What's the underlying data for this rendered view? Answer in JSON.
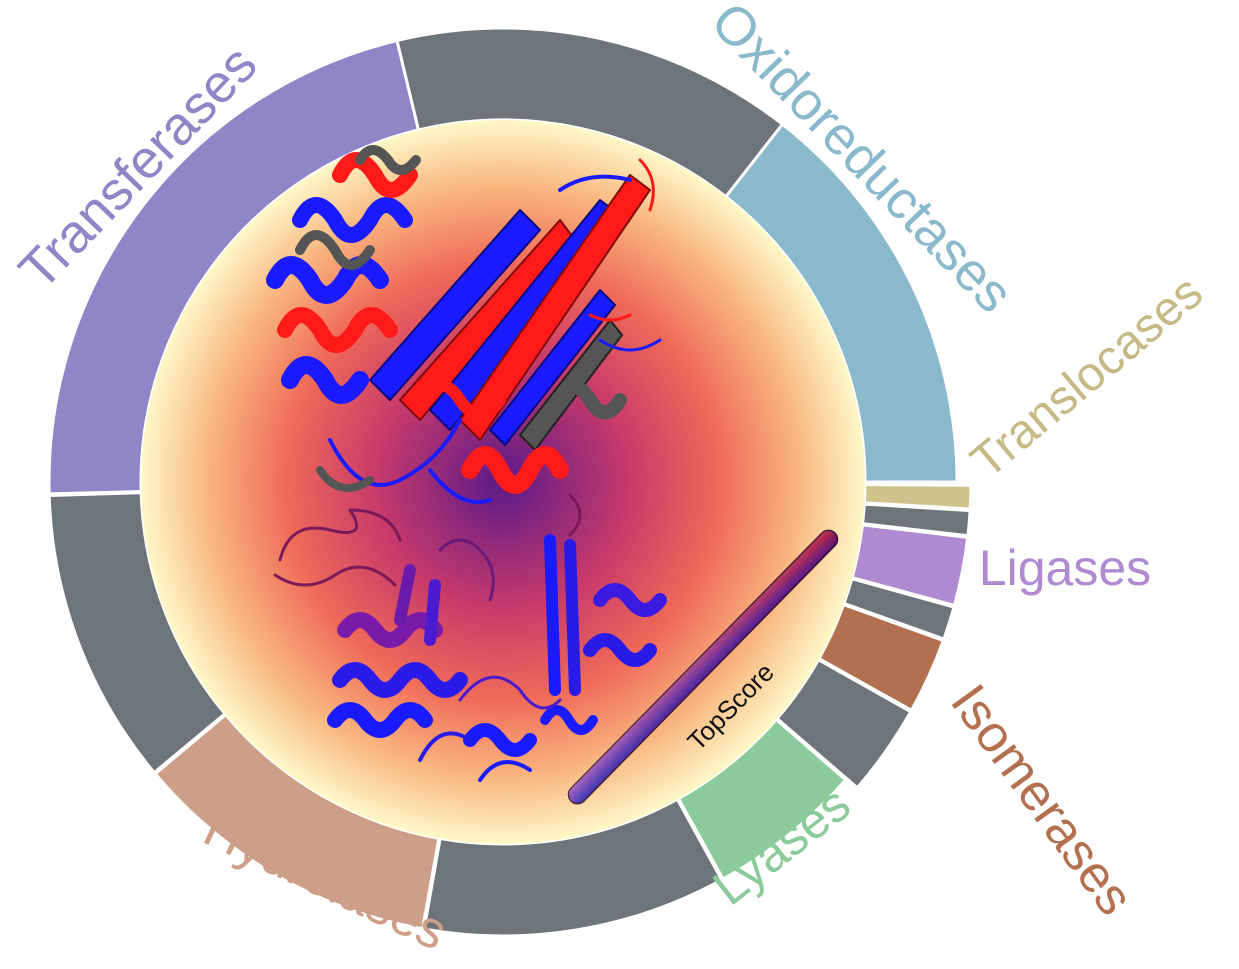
{
  "figure": {
    "ring_segments": [
      {
        "id": "transferases",
        "label": "Transferases",
        "color": "#8f86c8",
        "label_color": "#8f86c8",
        "labeled": true
      },
      {
        "id": "unlabeled-top",
        "label": "",
        "color": "#6d747a",
        "label_color": "",
        "labeled": false
      },
      {
        "id": "oxidoreductases",
        "label": "Oxidoreductases",
        "color": "#8ab9cc",
        "label_color": "#8ab9cc",
        "labeled": true
      },
      {
        "id": "translocases",
        "label": "Translocases",
        "color": "#d1c38d",
        "label_color": "#c7b985",
        "labeled": true
      },
      {
        "id": "unlabeled-small-1",
        "label": "",
        "color": "#6d747a",
        "label_color": "",
        "labeled": false
      },
      {
        "id": "ligases",
        "label": "Ligases",
        "color": "#b08ad0",
        "label_color": "#b08ad0",
        "labeled": true
      },
      {
        "id": "unlabeled-small-2",
        "label": "",
        "color": "#6d747a",
        "label_color": "",
        "labeled": false
      },
      {
        "id": "isomerases",
        "label": "Isomerases",
        "color": "#b3704f",
        "label_color": "#b3704f",
        "labeled": true
      },
      {
        "id": "unlabeled-small-3",
        "label": "",
        "color": "#6d747a",
        "label_color": "",
        "labeled": false
      },
      {
        "id": "lyases",
        "label": "Lyases",
        "color": "#8bcb9b",
        "label_color": "#8bcb9b",
        "labeled": true
      },
      {
        "id": "unlabeled-bottom",
        "label": "",
        "color": "#6d747a",
        "label_color": "",
        "labeled": false
      },
      {
        "id": "hydrolases",
        "label": "Hydrolases",
        "color": "#cd9f88",
        "label_color": "#cd9f88",
        "labeled": true
      },
      {
        "id": "unlabeled-left",
        "label": "",
        "color": "#6d747a",
        "label_color": "",
        "labeled": false
      }
    ],
    "colorbar_label": "TopScore",
    "colors": {
      "gradient_center": "#5a1a8a",
      "gradient_mid": "#e05a5a",
      "gradient_outer": "#f8c080",
      "gradient_edge": "#fffbd0",
      "structure_blue": "#1a1aff",
      "structure_red": "#ff1a1a",
      "structure_gray": "#555555",
      "colorbar_low": "#1a1acc",
      "colorbar_mid": "#7a1aa8",
      "colorbar_high": "#e8102a"
    }
  }
}
